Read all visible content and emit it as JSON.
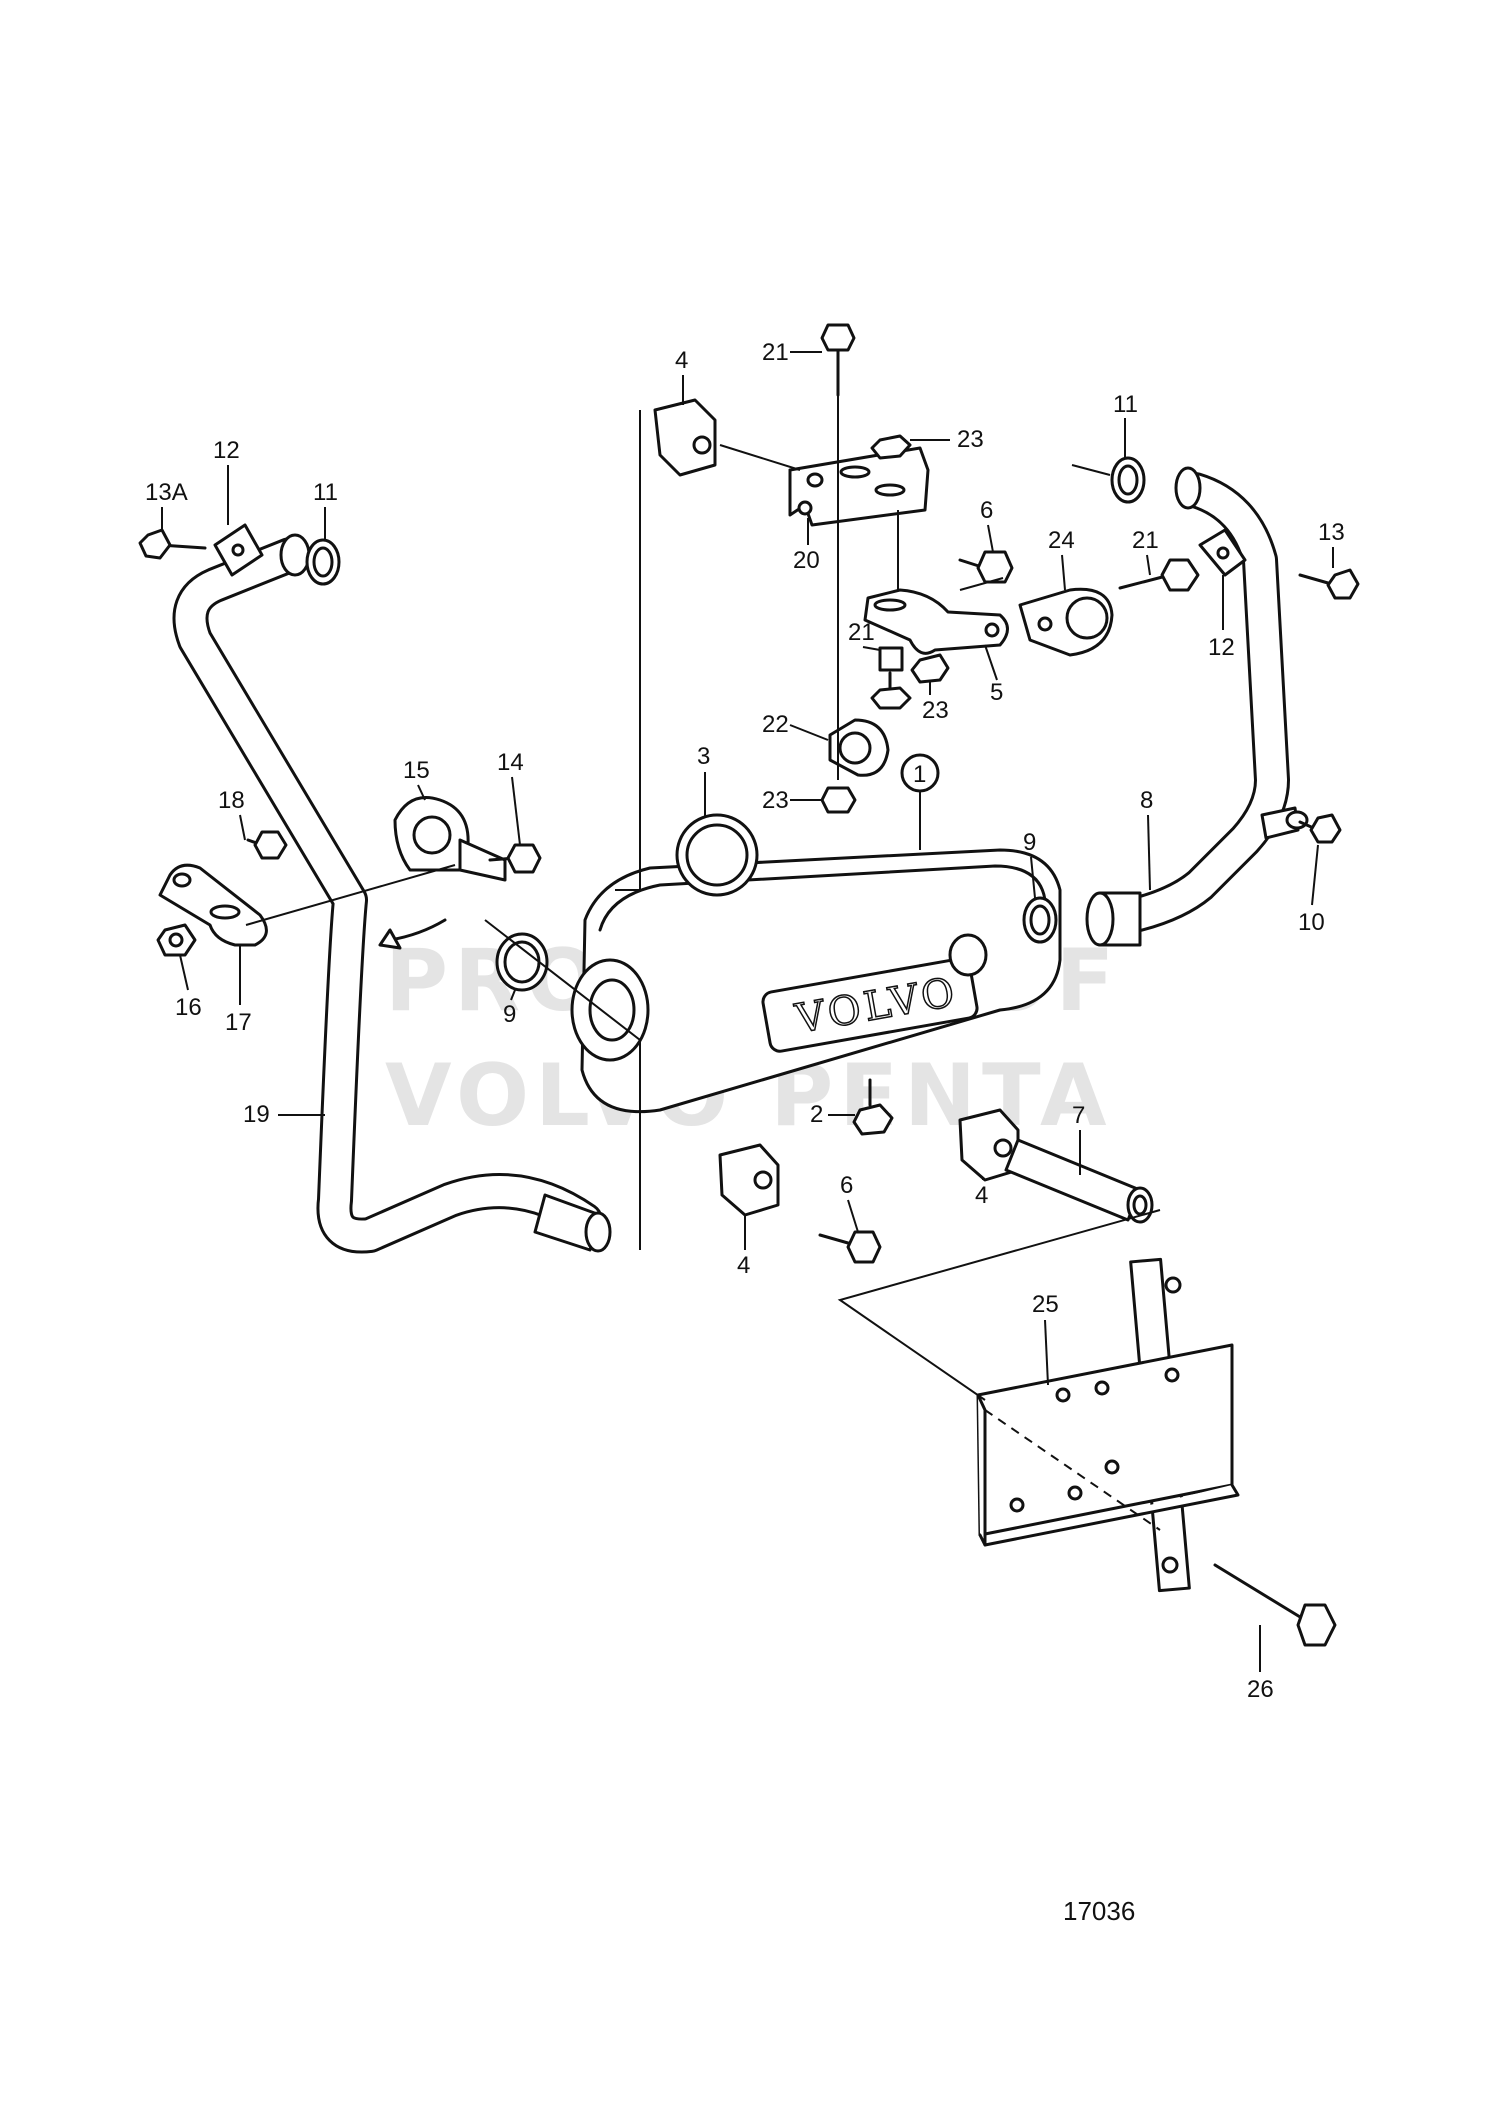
{
  "drawing_number": "17036",
  "watermark": [
    "PROPERTY OF",
    "VOLVO PENTA"
  ],
  "logo_text": "VOLVO",
  "callouts": [
    {
      "id": "c-1",
      "text": "1",
      "circled": true
    },
    {
      "id": "c-2",
      "text": "2"
    },
    {
      "id": "c-3",
      "text": "3"
    },
    {
      "id": "c-4a",
      "text": "4"
    },
    {
      "id": "c-4b",
      "text": "4"
    },
    {
      "id": "c-4c",
      "text": "4"
    },
    {
      "id": "c-5",
      "text": "5"
    },
    {
      "id": "c-6a",
      "text": "6"
    },
    {
      "id": "c-6b",
      "text": "6"
    },
    {
      "id": "c-7",
      "text": "7"
    },
    {
      "id": "c-8",
      "text": "8"
    },
    {
      "id": "c-9a",
      "text": "9"
    },
    {
      "id": "c-9b",
      "text": "9"
    },
    {
      "id": "c-10",
      "text": "10"
    },
    {
      "id": "c-11a",
      "text": "11"
    },
    {
      "id": "c-11b",
      "text": "11"
    },
    {
      "id": "c-12a",
      "text": "12"
    },
    {
      "id": "c-12b",
      "text": "12"
    },
    {
      "id": "c-13",
      "text": "13"
    },
    {
      "id": "c-13a",
      "text": "13A"
    },
    {
      "id": "c-14",
      "text": "14"
    },
    {
      "id": "c-15",
      "text": "15"
    },
    {
      "id": "c-16",
      "text": "16"
    },
    {
      "id": "c-17",
      "text": "17"
    },
    {
      "id": "c-18",
      "text": "18"
    },
    {
      "id": "c-19",
      "text": "19"
    },
    {
      "id": "c-20",
      "text": "20"
    },
    {
      "id": "c-21a",
      "text": "21"
    },
    {
      "id": "c-21b",
      "text": "21"
    },
    {
      "id": "c-21c",
      "text": "21"
    },
    {
      "id": "c-22",
      "text": "22"
    },
    {
      "id": "c-23a",
      "text": "23"
    },
    {
      "id": "c-23b",
      "text": "23"
    },
    {
      "id": "c-23c",
      "text": "23"
    },
    {
      "id": "c-24",
      "text": "24"
    },
    {
      "id": "c-25",
      "text": "25"
    },
    {
      "id": "c-26",
      "text": "26"
    }
  ]
}
